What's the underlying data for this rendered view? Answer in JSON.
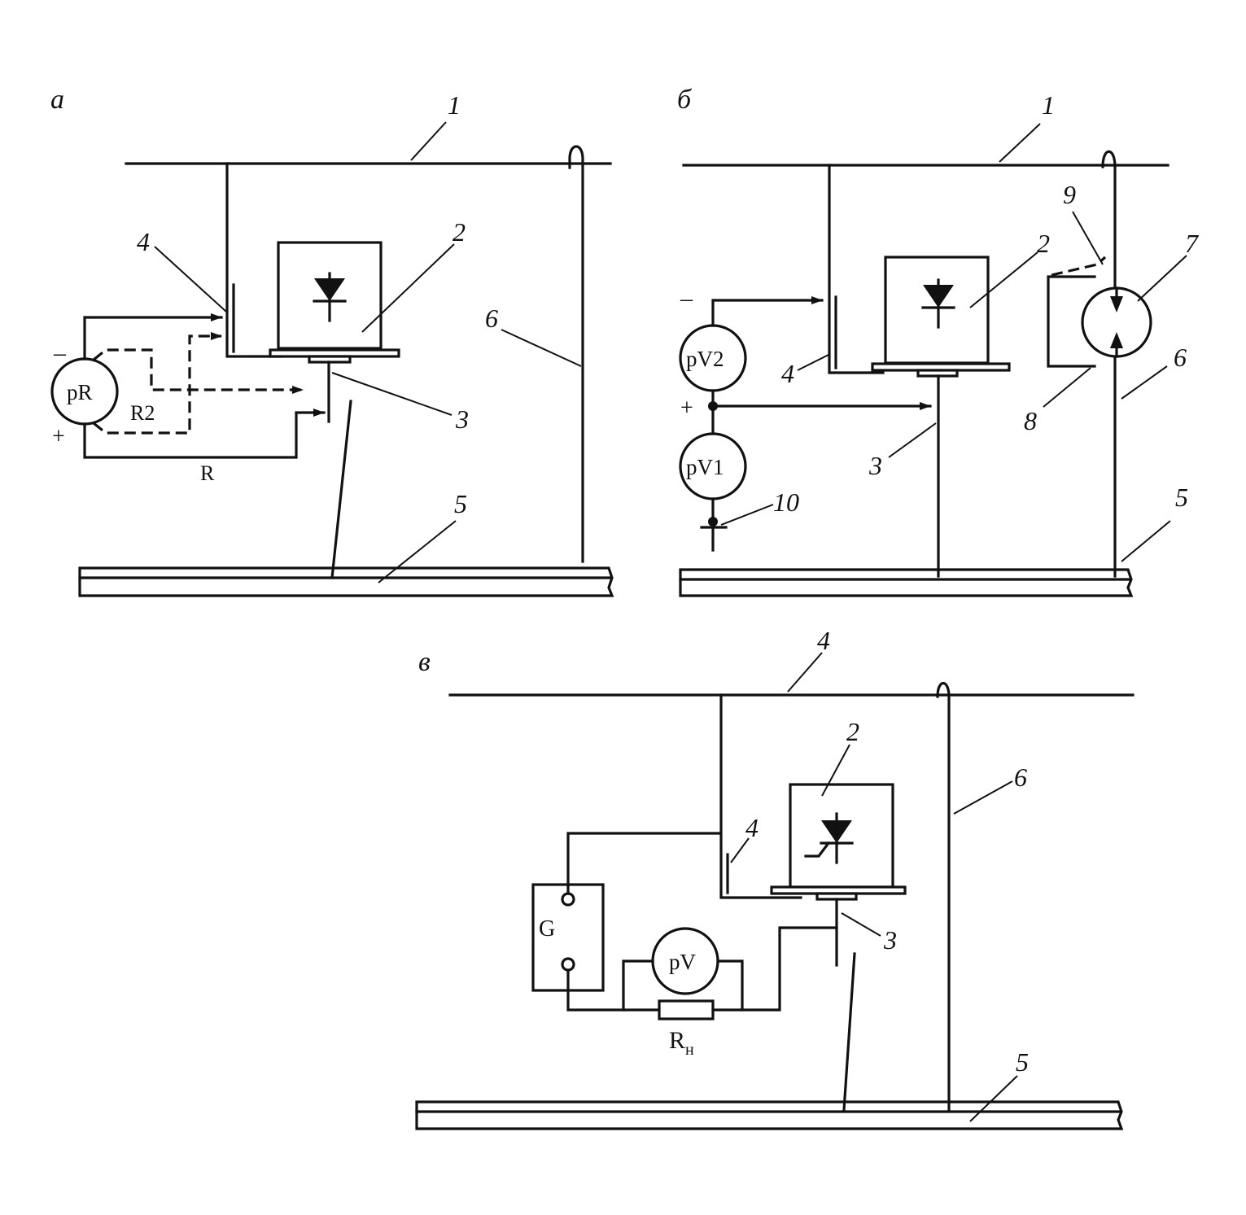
{
  "panels": {
    "a": {
      "letter": "а",
      "callouts": {
        "n1": "1",
        "n2": "2",
        "n3": "3",
        "n4": "4",
        "n5": "5",
        "n6": "6"
      },
      "meter": "pR",
      "minus": "–",
      "plus": "+",
      "r2": "R2",
      "r": "R"
    },
    "b": {
      "letter": "б",
      "callouts": {
        "n1": "1",
        "n2": "2",
        "n3": "3",
        "n4": "4",
        "n5": "5",
        "n6": "6",
        "n7": "7",
        "n8": "8",
        "n9": "9",
        "n10": "10"
      },
      "meter_top": "pV2",
      "meter_bottom": "pV1",
      "minus": "–",
      "plus": "+"
    },
    "c": {
      "letter": "в",
      "callouts": {
        "n2": "2",
        "n3": "3",
        "n4_top": "4",
        "n4_bracket": "4",
        "n5": "5",
        "n6": "6"
      },
      "generator": "G",
      "meter": "pV",
      "resistor": "R",
      "resistor_sub": "н"
    }
  }
}
